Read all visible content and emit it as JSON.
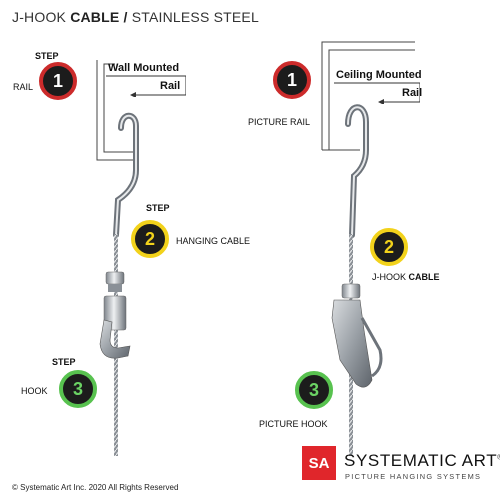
{
  "title": {
    "prefix": "J-HOOK ",
    "bold": "CABLE",
    "sep": " / ",
    "suffix": "STAINLESS STEEL"
  },
  "left": {
    "rail_box": {
      "line1": "Wall Mounted",
      "line2": "Rail"
    },
    "steps": [
      {
        "step_word": "STEP",
        "number": "1",
        "label": "RAIL"
      },
      {
        "step_word": "STEP",
        "number": "2",
        "label": "HANGING CABLE"
      },
      {
        "step_word": "STEP",
        "number": "3",
        "label": "HOOK"
      }
    ]
  },
  "right": {
    "rail_box": {
      "line1": "Ceiling Mounted",
      "line2": "Rail"
    },
    "steps": [
      {
        "number": "1",
        "label": "PICTURE RAIL"
      },
      {
        "number": "2",
        "label_prefix": "J-HOOK ",
        "label_bold": "CABLE"
      },
      {
        "number": "3",
        "label": "PICTURE HOOK"
      }
    ]
  },
  "footer": {
    "copyright": "© Systematic Art Inc. 2020 All Rights Reserved",
    "logo_mark": "SA",
    "brand": "SYSTEMATIC ART",
    "brand_mark": "®",
    "tagline": "PICTURE HANGING SYSTEMS"
  },
  "colors": {
    "step1": "#cc2b2b",
    "step2": "#f2d21b",
    "step3": "#58c24f",
    "logo": "#e0262b"
  }
}
